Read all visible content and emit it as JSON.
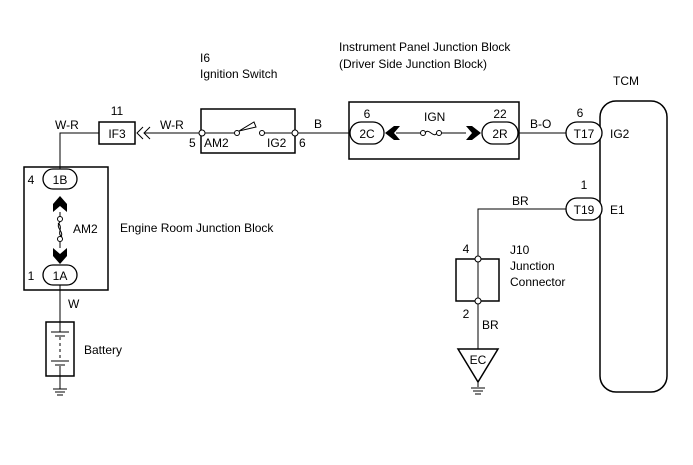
{
  "diagram": {
    "components": {
      "ignition_switch": {
        "id": "I6",
        "name": "Ignition Switch",
        "pin_in": "5",
        "pin_in_label": "AM2",
        "pin_out": "6",
        "pin_out_label": "IG2"
      },
      "ip_junction_block": {
        "name": "Instrument Panel Junction Block",
        "subname": "(Driver Side Junction Block)",
        "fuse": "IGN",
        "conn_left": {
          "pin": "6",
          "label": "2C"
        },
        "conn_right": {
          "pin": "22",
          "label": "2R"
        }
      },
      "tcm": {
        "name": "TCM",
        "ig2": {
          "pin": "6",
          "conn": "T17",
          "label": "IG2"
        },
        "e1": {
          "pin": "1",
          "conn": "T19",
          "label": "E1"
        }
      },
      "engine_room_jb": {
        "name": "Engine Room Junction Block",
        "fuse": "AM2",
        "conn_top": {
          "pin": "4",
          "label": "1B"
        },
        "conn_bottom": {
          "pin": "1",
          "label": "1A"
        }
      },
      "if3": {
        "pin": "11",
        "label": "IF3"
      },
      "battery": {
        "name": "Battery"
      },
      "junction_connector": {
        "id": "J10",
        "line1": "Junction",
        "line2": "Connector",
        "pin_top": "4",
        "pin_bottom": "2"
      },
      "ground": {
        "label": "EC"
      }
    },
    "wires": {
      "w_r_left": "W-R",
      "w_r_right": "W-R",
      "b": "B",
      "b_o": "B-O",
      "br_top": "BR",
      "br_bottom": "BR",
      "w": "W"
    }
  }
}
